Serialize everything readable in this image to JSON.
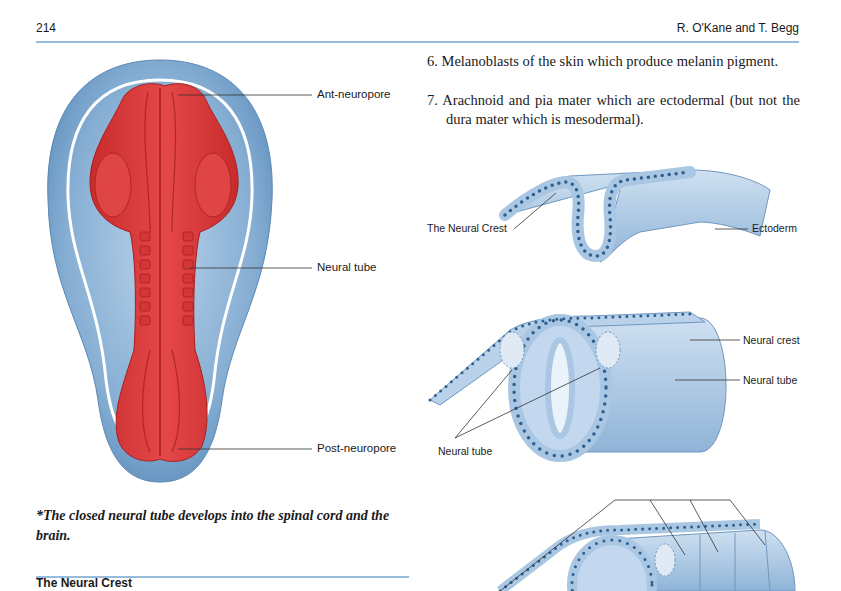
{
  "diagram": {
    "labels": [
      "214",
      "R. O'Kane and T. Begg",
      "Ant-neuropore",
      "Neural tube",
      "Post-neuropore",
      "*The closed neural tube develops into the spinal cord and the brain.",
      "The Neural Crest",
      "6. Melanoblasts of the skin which produce melanin pigment.",
      "7. Arachnoid and pia mater which are ectodermal (but not the dura mater which is mesodermal).",
      "The Neural Crest",
      "Ectoderm",
      "Neural crest",
      "Neural tube",
      "Neural tube"
    ]
  }
}
